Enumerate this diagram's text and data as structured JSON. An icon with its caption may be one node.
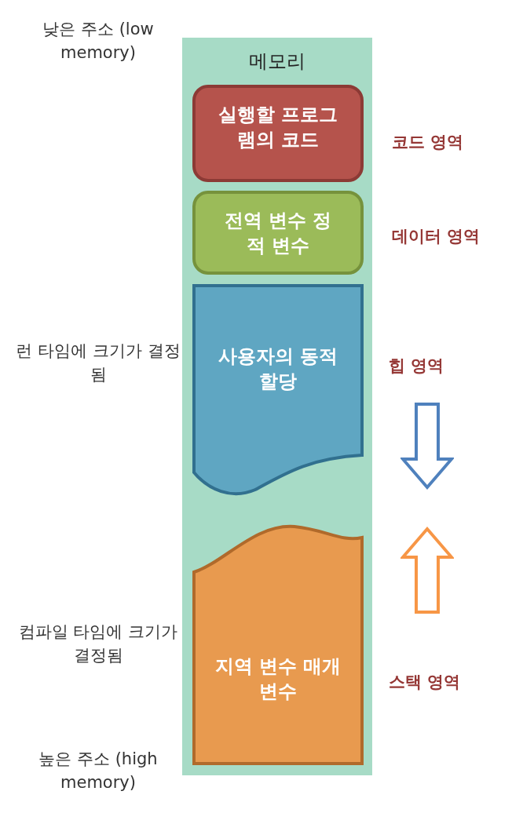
{
  "diagram": {
    "nodes": [
      {
        "text": [
          "메모리"
        ]
      },
      {
        "text": [
          "실행할 프로그램의 코드"
        ],
        "in": 0,
        "beside": [
          "코드 영역"
        ]
      },
      {
        "text": [
          "전역 변수 정적 변수"
        ],
        "in": 0,
        "beside": [
          "데이터 영역"
        ]
      },
      {
        "text": [
          "사용자의 동적 할당"
        ],
        "in": 0,
        "beside": [
          "힙 영역"
        ]
      },
      {
        "text": [
          "지역 변수 매개변수"
        ],
        "in": 0,
        "beside": [
          "스택 영역"
        ]
      }
    ],
    "labels": [
      "낮은 주소 (low memory)",
      "런 타임에 크기가 결정됨",
      "컴파일 타임에 크기가 결정됨",
      "높은 주소 (high memory)"
    ]
  }
}
